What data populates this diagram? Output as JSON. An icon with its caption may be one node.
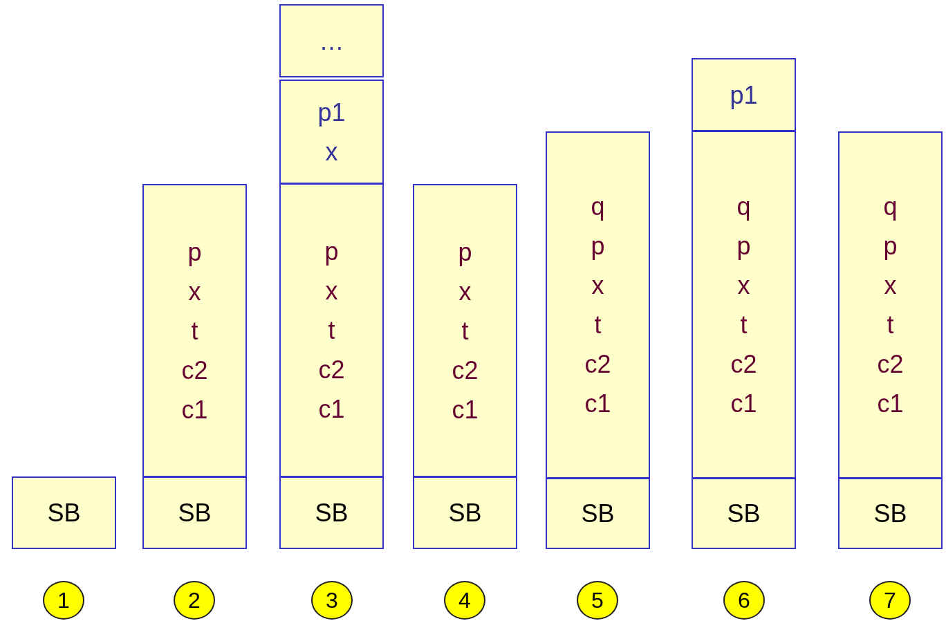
{
  "diagram": {
    "nodes": [
      {
        "text": [
          "SB"
        ]
      },
      {
        "text": [
          "1"
        ]
      },
      {
        "text": [
          "p",
          "x",
          "t",
          "c2",
          "c1"
        ]
      },
      {
        "text": [
          "SB"
        ]
      },
      {
        "text": [
          "2"
        ]
      },
      {
        "text": [
          "…"
        ]
      },
      {
        "text": [
          "p1",
          "x"
        ]
      },
      {
        "text": [
          "p",
          "x",
          "t",
          "c2",
          "c1"
        ]
      },
      {
        "text": [
          "SB"
        ]
      },
      {
        "text": [
          "3"
        ]
      },
      {
        "text": [
          "p",
          "x",
          "t",
          "c2",
          "c1"
        ]
      },
      {
        "text": [
          "SB"
        ]
      },
      {
        "text": [
          "4"
        ]
      },
      {
        "text": [
          "q",
          "p",
          "x",
          "t",
          "c2",
          "c1"
        ]
      },
      {
        "text": [
          "SB"
        ]
      },
      {
        "text": [
          "5"
        ]
      },
      {
        "text": [
          "p1"
        ]
      },
      {
        "text": [
          "q",
          "p",
          "x",
          "t",
          "c2",
          "c1"
        ]
      },
      {
        "text": [
          "SB"
        ]
      },
      {
        "text": [
          "6"
        ]
      },
      {
        "text": [
          "q",
          "p",
          "x",
          "t",
          "c2",
          "c1"
        ]
      },
      {
        "text": [
          "SB"
        ]
      },
      {
        "text": [
          "7"
        ]
      }
    ]
  }
}
